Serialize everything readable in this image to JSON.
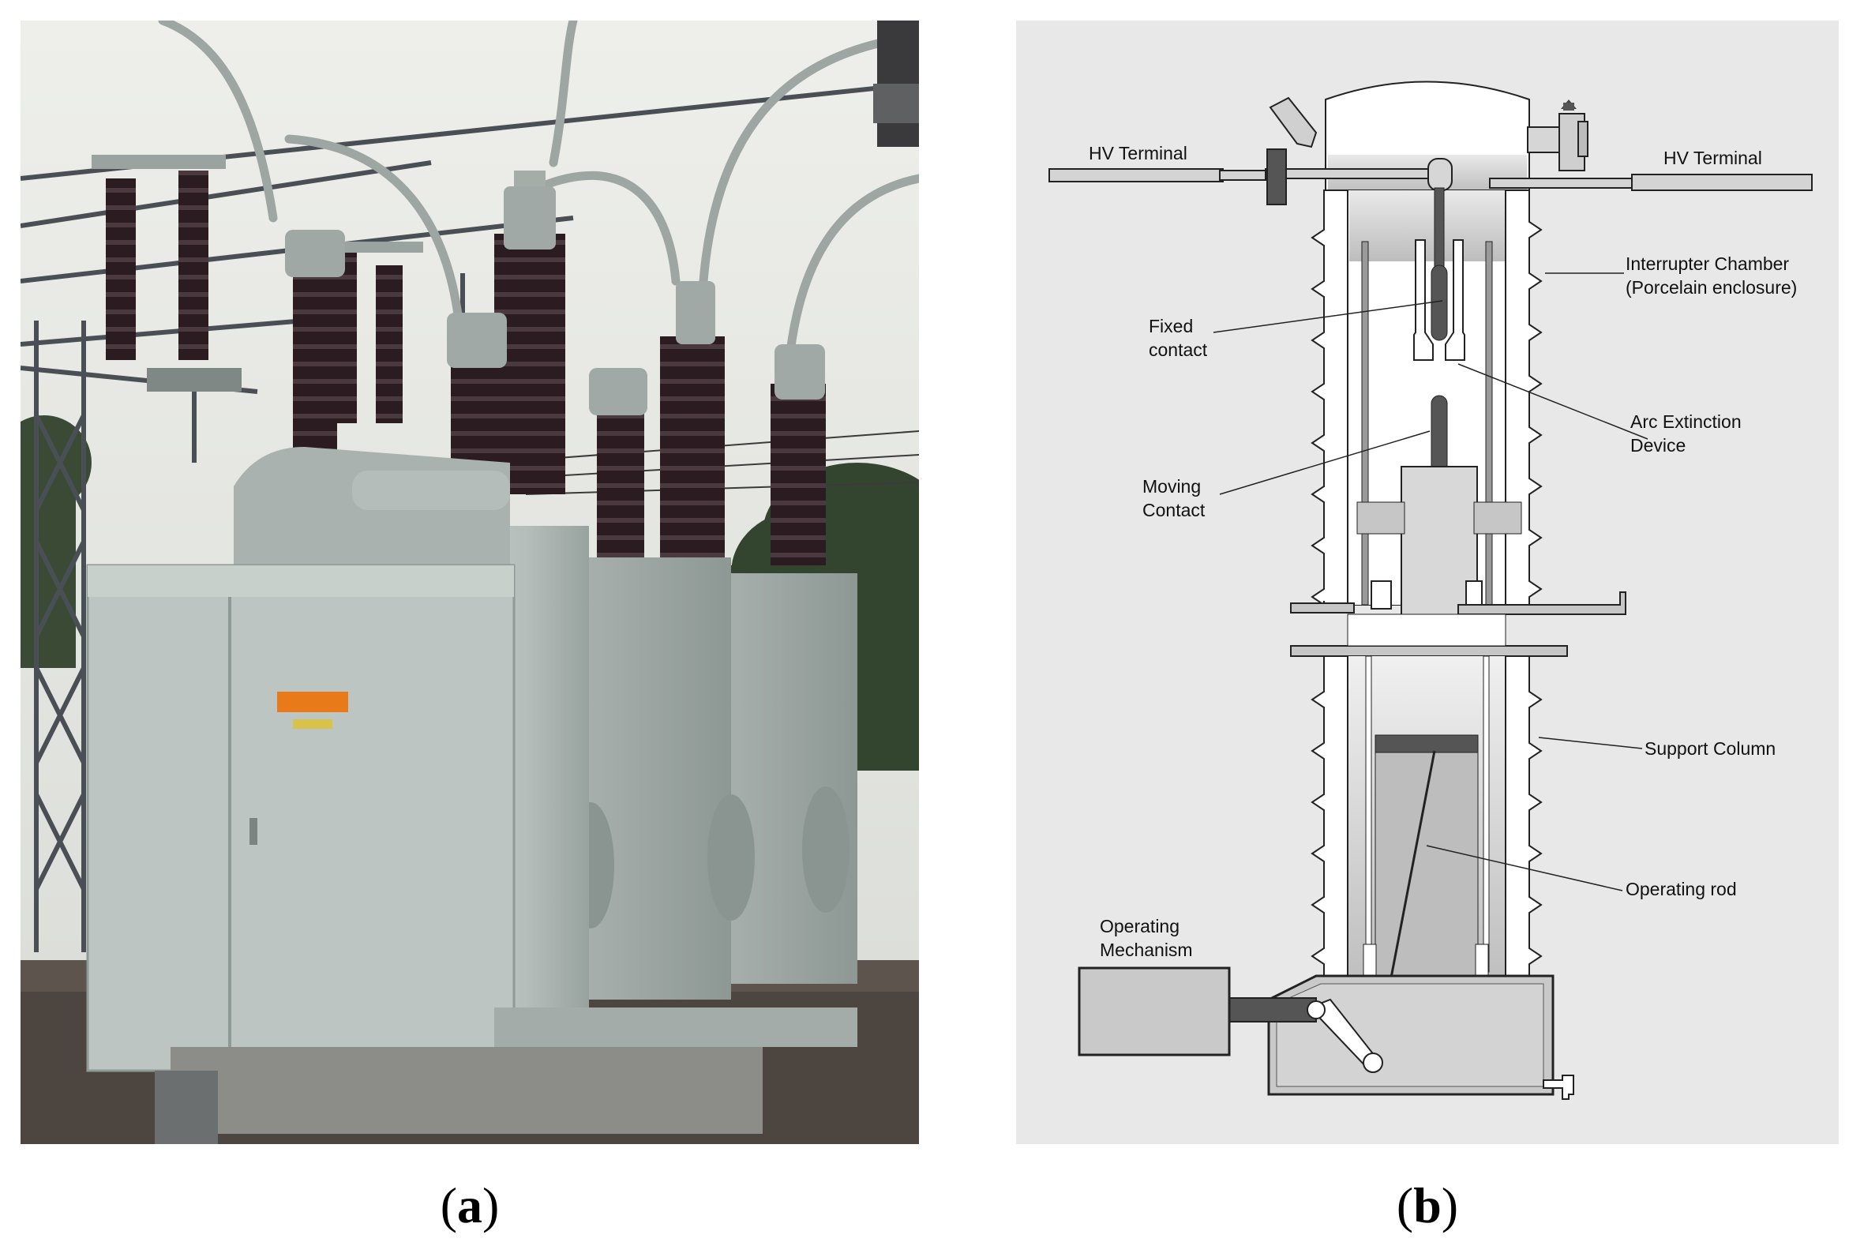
{
  "panel_a": {
    "caption_letter": "a",
    "colors": {
      "sky": "#e6e7e3",
      "tank": "#b9c2be",
      "insulator": "#2b1c22",
      "ground": "#4d4640",
      "label": "#e87a1a"
    }
  },
  "panel_b": {
    "caption_letter": "b",
    "labels": {
      "hv_left": "HV Terminal",
      "hv_right": "HV Terminal",
      "interrupter_1": "Interrupter Chamber",
      "interrupter_2": "(Porcelain enclosure)",
      "fixed_1": "Fixed",
      "fixed_2": "contact",
      "arc_1": "Arc Extinction",
      "arc_2": "Device",
      "moving_1": "Moving",
      "moving_2": "Contact",
      "support": "Support Column",
      "operating_rod": "Operating rod",
      "mechanism_1": "Operating",
      "mechanism_2": "Mechanism"
    },
    "colors": {
      "background": "#e8e8e8",
      "porcelain": "#ffffff",
      "fill_light": "#c9c9c9",
      "fill_dark": "#6d6d6d"
    }
  }
}
